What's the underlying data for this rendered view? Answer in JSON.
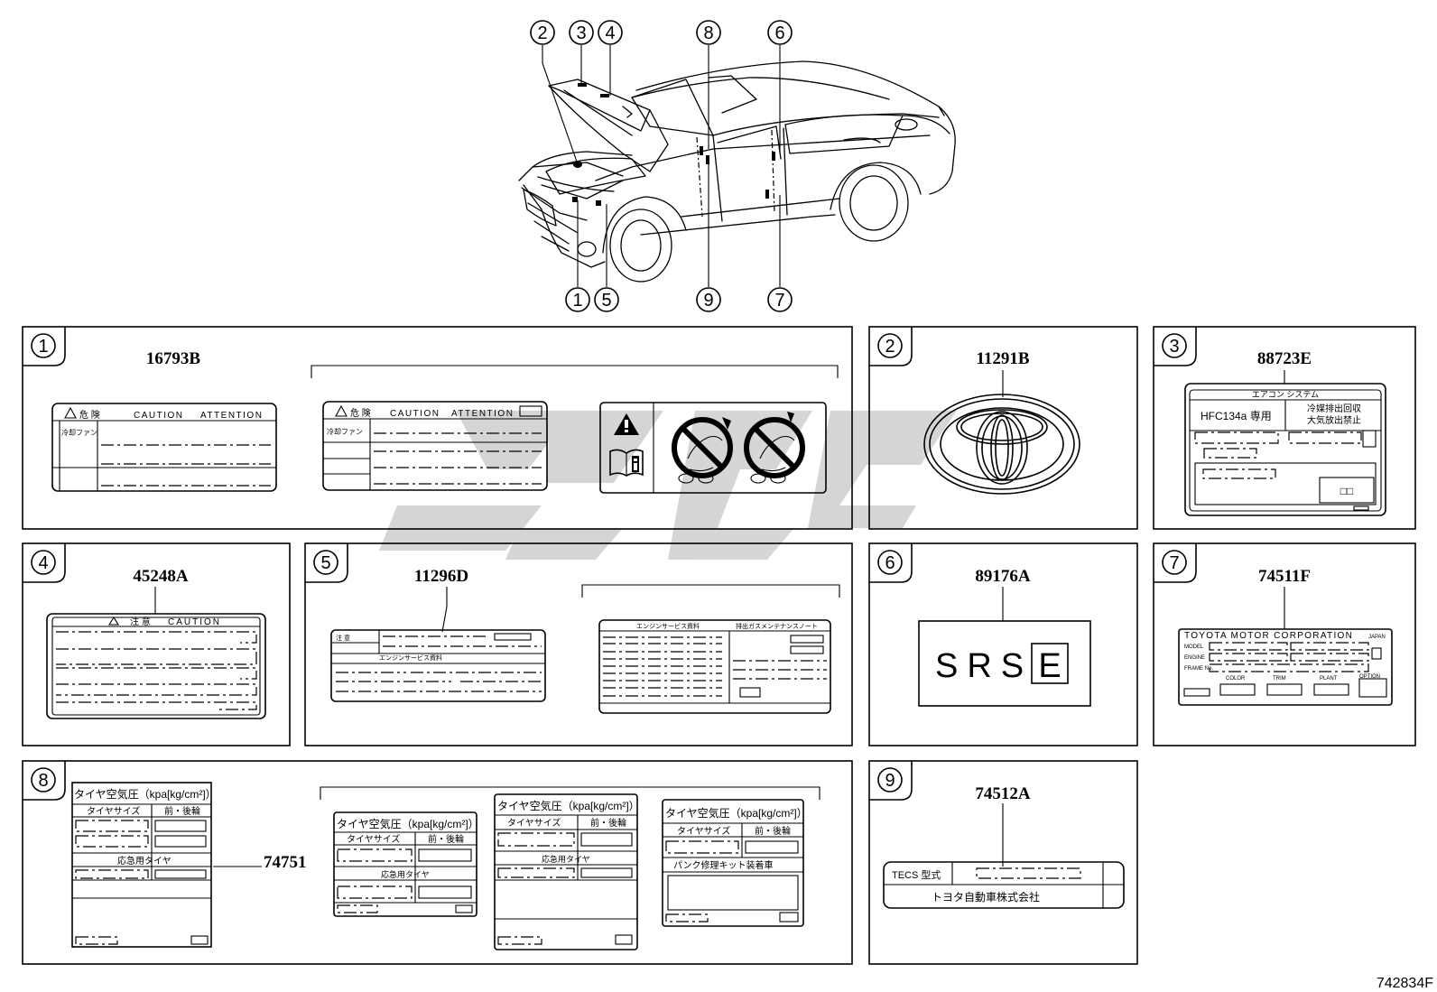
{
  "diagram_id": "742834F",
  "car_callouts": [
    "2",
    "3",
    "4",
    "8",
    "6",
    "1",
    "5",
    "9",
    "7"
  ],
  "panels": [
    {
      "callout": "1",
      "part_no": "16793B"
    },
    {
      "callout": "2",
      "part_no": "11291B"
    },
    {
      "callout": "3",
      "part_no": "88723E"
    },
    {
      "callout": "4",
      "part_no": "45248A"
    },
    {
      "callout": "5",
      "part_no": "11296D"
    },
    {
      "callout": "6",
      "part_no": "89176A"
    },
    {
      "callout": "7",
      "part_no": "74511F"
    },
    {
      "callout": "8",
      "part_no": "74751"
    },
    {
      "callout": "9",
      "part_no": "74512A"
    }
  ],
  "labels": {
    "danger": "危 険",
    "caution": "CAUTION",
    "attention": "ATTENTION",
    "coolant_fan": "冷却ファン",
    "aircon_system": "エアコン システム",
    "hfc": "HFC134a 専用",
    "refrigerant_1": "冷媒排出回収",
    "refrigerant_2": "大気放出禁止",
    "square_mark": "□□",
    "caution_jp": "注 意",
    "engine_service": "エンジンサービス資料",
    "engine_service_short": "エンジンサービス資料",
    "emission_note": "排出ガスメンテナンスノート",
    "srs": "SRS",
    "srs_e": "E",
    "toyota_motor": "TOYOTA MOTOR CORPORATION",
    "japan": "JAPAN",
    "model": "MODEL",
    "engine": "ENGINE",
    "frame_no": "FRAME No.",
    "color": "COLOR",
    "trim": "TRIM",
    "plant": "PLANT",
    "option": "OPTION",
    "tire_pressure_1": "タイヤ空気圧（kpa[kg/cm²]）",
    "tire_pressure": "タイヤ空気圧（kpa[kg/cm²]）",
    "tire_size": "タイヤサイズ",
    "front_rear": "前・後輪",
    "spare_tire": "応急用タイヤ",
    "puncture_kit": "パンク修理キット装着車",
    "tecs": "TECS 型式",
    "toyota_jp": "トヨタ自動車株式会社"
  }
}
